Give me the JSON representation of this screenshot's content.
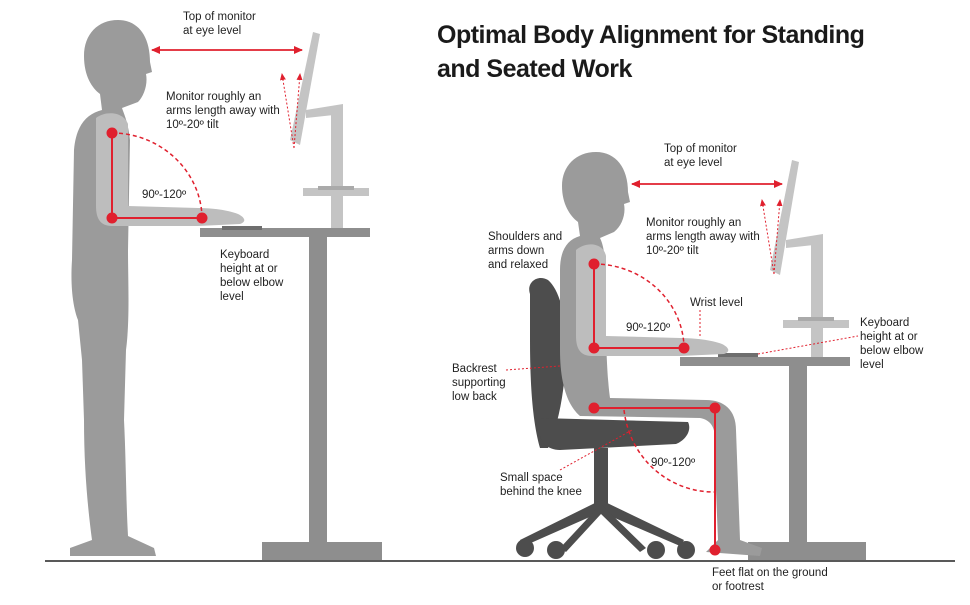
{
  "title": "Optimal Body Alignment for Standing\nand Seated Work",
  "colors": {
    "body": "#9b9b9b",
    "limb": "#bdbdbd",
    "chair": "#4d4d4d",
    "desk": "#8e8e8e",
    "monitor": "#c4c4c4",
    "accent": "#e0202e"
  },
  "standing": {
    "top_of_monitor": "Top of monitor\nat eye level",
    "monitor_distance": "Monitor roughly an\narms length away with\n10º-20º tilt",
    "elbow_angle": "90º-120º",
    "keyboard_height": "Keyboard\nheight at or\nbelow elbow\nlevel"
  },
  "seated": {
    "top_of_monitor": "Top of monitor\nat eye level",
    "monitor_distance": "Monitor roughly an\narms length away with\n10º-20º tilt",
    "shoulders": "Shoulders and\narms down\nand relaxed",
    "wrist_level": "Wrist level",
    "elbow_angle": "90º-120º",
    "keyboard_height": "Keyboard\nheight at or\nbelow elbow\nlevel",
    "backrest": "Backrest\nsupporting\nlow back",
    "knee_angle": "90º-120º",
    "knee_space": "Small space\nbehind the knee",
    "feet": "Feet flat on the ground\nor footrest"
  }
}
